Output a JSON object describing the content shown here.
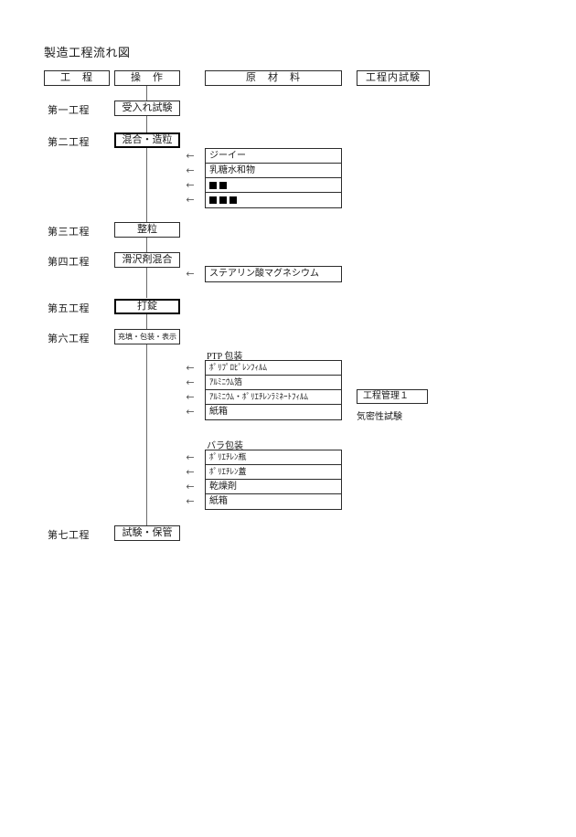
{
  "title": "製造工程流れ図",
  "headers": {
    "process": "工　程",
    "operation": "操　作",
    "material": "原　材　料",
    "in_process_test": "工程内試験"
  },
  "stages": [
    {
      "label": "第一工程",
      "operation": "受入れ試験",
      "emphasis": false
    },
    {
      "label": "第二工程",
      "operation": "混合・造粒",
      "emphasis": true
    },
    {
      "label": "第三工程",
      "operation": "整粒",
      "emphasis": false
    },
    {
      "label": "第四工程",
      "operation": "滑沢剤混合",
      "emphasis": false
    },
    {
      "label": "第五工程",
      "operation": "打錠",
      "emphasis": true
    },
    {
      "label": "第六工程",
      "operation": "充填・包装・表示",
      "emphasis": false
    },
    {
      "label": "第七工程",
      "operation": "試験・保管",
      "emphasis": false
    }
  ],
  "material_groups": [
    {
      "caption": "",
      "items": [
        {
          "text": "ジーイー",
          "redacted": 0
        },
        {
          "text": "乳糖水和物",
          "redacted": 0
        },
        {
          "text": "",
          "redacted": 2
        },
        {
          "text": "",
          "redacted": 3
        }
      ]
    },
    {
      "caption": "",
      "items": [
        {
          "text": "ステアリン酸マグネシウム",
          "redacted": 0
        }
      ]
    },
    {
      "caption": "PTP 包装",
      "items": [
        {
          "text": "ﾎﾟﾘﾌﾟﾛﾋﾟﾚﾝﾌｨﾙﾑ",
          "redacted": 0
        },
        {
          "text": "ｱﾙﾐﾆｳﾑ箔",
          "redacted": 0
        },
        {
          "text": "ｱﾙﾐﾆｳﾑ・ﾎﾟﾘｴﾁﾚﾝﾗﾐﾈｰﾄﾌｨﾙﾑ",
          "redacted": 0
        },
        {
          "text": "紙箱",
          "redacted": 0
        }
      ]
    },
    {
      "caption": "バラ包装",
      "items": [
        {
          "text": "ﾎﾟﾘｴﾁﾚﾝ瓶",
          "redacted": 0
        },
        {
          "text": "ﾎﾟﾘｴﾁﾚﾝ蓋",
          "redacted": 0
        },
        {
          "text": "乾燥剤",
          "redacted": 0
        },
        {
          "text": "紙箱",
          "redacted": 0
        }
      ]
    }
  ],
  "in_process_control": {
    "box_label": "工程管理１",
    "test_label": "気密性試験"
  },
  "arrow_glyph": "←",
  "colors": {
    "ink": "#1a1a1a",
    "line": "#2b2b2b",
    "spine": "#6b6b6b",
    "redaction": "#000000",
    "background": "#ffffff"
  }
}
